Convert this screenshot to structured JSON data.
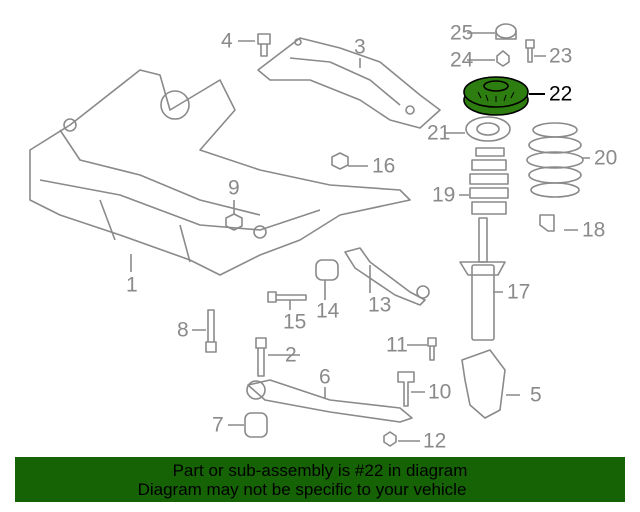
{
  "diagram": {
    "highlighted_part": "22",
    "highlight_color": "#2e7d10",
    "callouts": [
      "1",
      "2",
      "3",
      "4",
      "5",
      "6",
      "7",
      "8",
      "9",
      "10",
      "11",
      "12",
      "13",
      "14",
      "15",
      "16",
      "17",
      "18",
      "19",
      "20",
      "21",
      "22",
      "23",
      "24",
      "25"
    ]
  },
  "banner": {
    "line1": "Part or sub-assembly is #22 in diagram",
    "line2": "Diagram may not be specific to your vehicle",
    "background": "#156305"
  }
}
